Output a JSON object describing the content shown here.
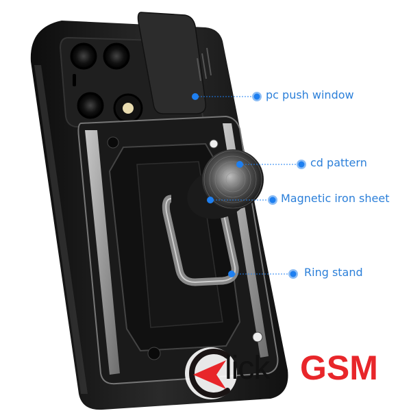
{
  "product": {
    "description": "Black armored phone case with sliding camera cover and magnetic ring stand",
    "colors": {
      "case": "#1a1a1a",
      "case_highlight": "#3a3a3a",
      "frame_silver": "#9a9a9a",
      "callout_blue": "#1e7ff0",
      "callout_text": "#2b7fd9"
    }
  },
  "callouts": [
    {
      "id": "pc-push-window",
      "label": "pc push window"
    },
    {
      "id": "cd-pattern",
      "label": "cd pattern"
    },
    {
      "id": "magnetic-iron-sheet",
      "label": "Magnetic iron sheet"
    },
    {
      "id": "ring-stand",
      "label": "Ring stand"
    }
  ],
  "watermark": {
    "text_part1": "lick",
    "text_part2": "GSM",
    "brand_red": "#e8262a",
    "brand_black": "#111111"
  }
}
